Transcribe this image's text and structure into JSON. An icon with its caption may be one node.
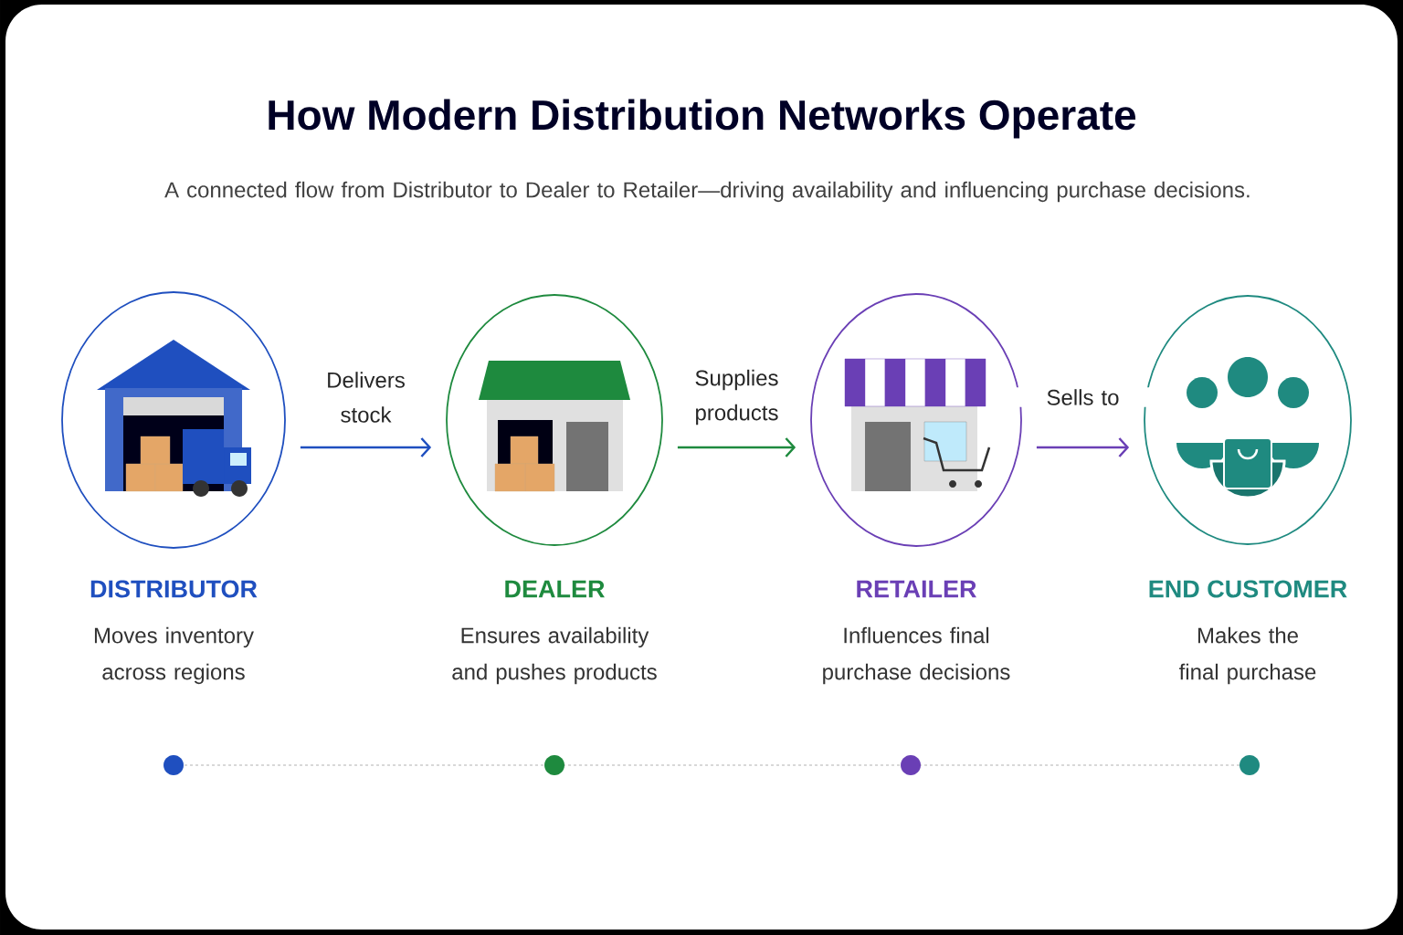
{
  "diagram": {
    "title": "How Modern Distribution Networks Operate",
    "nodes": [
      {
        "text": [
          "DISTRIBUTOR",
          "Moves inventory across regions"
        ]
      },
      {
        "text": [
          "DEALER",
          "Ensures availability and pushes products"
        ]
      },
      {
        "text": [
          "RETAILER",
          "Influences final purchase decisions"
        ]
      },
      {
        "text": [
          "END CUSTOMER",
          "Makes the final purchase"
        ]
      }
    ],
    "edges": [
      {
        "from": 0,
        "to": 1,
        "arrow": "to",
        "label": "Delivers stock",
        "color": "#1f4fbf"
      },
      {
        "from": 1,
        "to": 2,
        "arrow": "to",
        "label": "Supplies products",
        "color": "#1e8a3e"
      },
      {
        "from": 2,
        "to": 3,
        "arrow": "to",
        "label": "Sells to",
        "color": "#6a3fb5"
      }
    ],
    "labels": [
      "A connected flow from Distributor to Dealer to Retailer—driving availability and influencing purchase decisions."
    ]
  }
}
